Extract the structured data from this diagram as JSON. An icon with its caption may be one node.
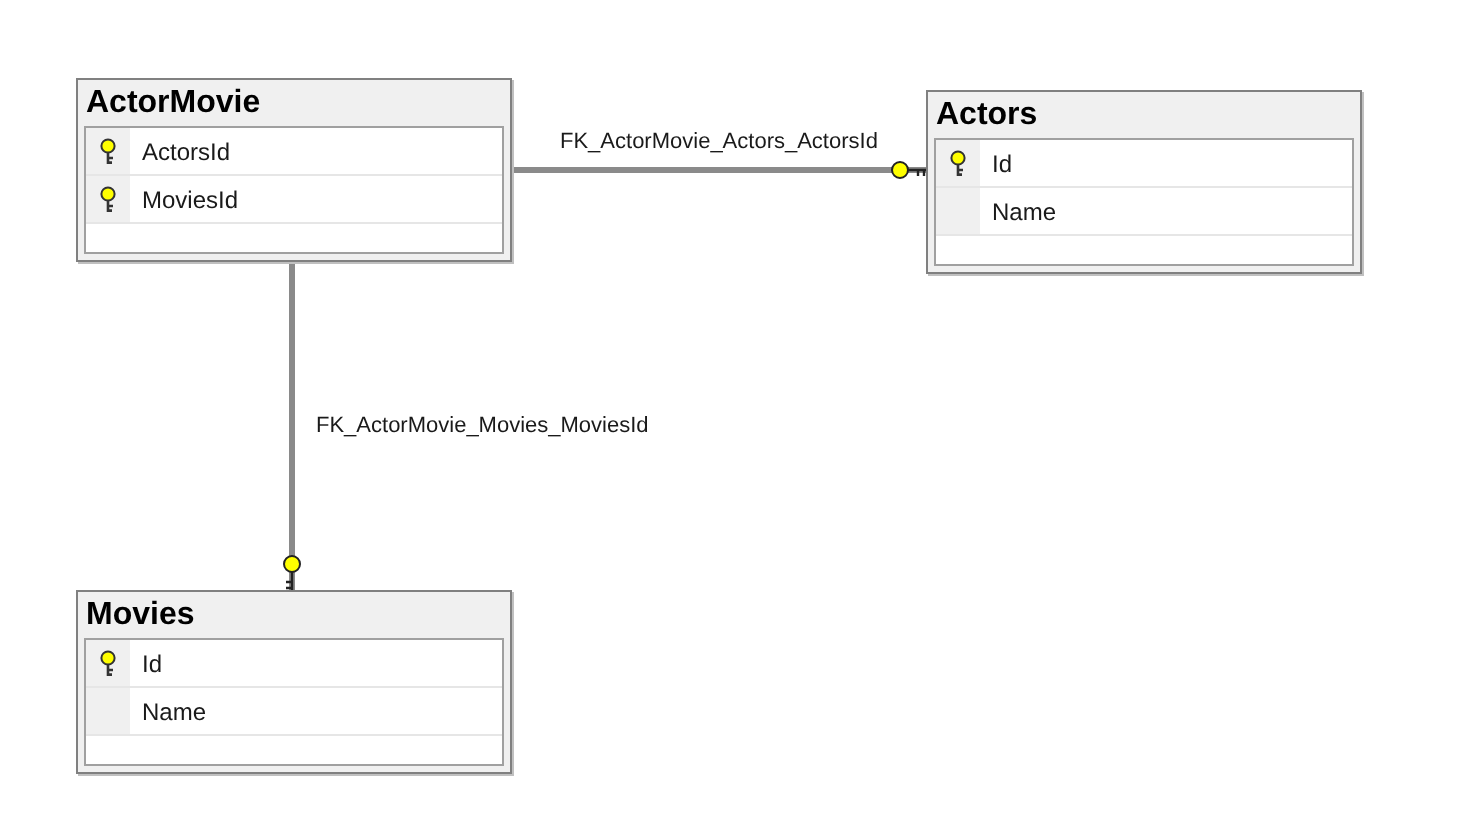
{
  "diagram": {
    "nodes": [
      {
        "text": [
          "ActorMovie"
        ]
      },
      {
        "text": [
          "ActorsId"
        ],
        "in": 0
      },
      {
        "text": [],
        "shape": "key",
        "in": 1
      },
      {
        "text": [
          "MoviesId"
        ],
        "in": 0
      },
      {
        "text": [],
        "shape": "key",
        "in": 3
      },
      {
        "text": [
          "Actors"
        ]
      },
      {
        "text": [
          "Id"
        ],
        "in": 5
      },
      {
        "text": [],
        "shape": "key",
        "in": 6
      },
      {
        "text": [
          "Name"
        ],
        "in": 5
      },
      {
        "text": [
          "Movies"
        ]
      },
      {
        "text": [
          "Id"
        ],
        "in": 9
      },
      {
        "text": [],
        "shape": "key",
        "in": 10
      },
      {
        "text": [
          "Name"
        ],
        "in": 9
      }
    ],
    "edges": [
      {
        "from": 0,
        "to": 5,
        "arrow": "other",
        "label": "FK_ActorMovie_Actors_ActorsId"
      },
      {
        "from": 0,
        "to": 9,
        "arrow": "other",
        "label": "FK_ActorMovie_Movies_MoviesId"
      }
    ]
  }
}
